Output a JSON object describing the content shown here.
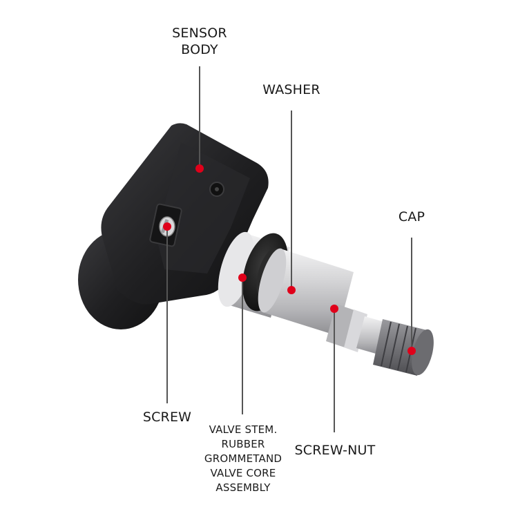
{
  "colors": {
    "background": "#ffffff",
    "leader_line": "#555555",
    "marker_dot": "#e0001a",
    "sensor_body": "#1f1f21",
    "valve_metal": "#c9c9cc",
    "grommet": "#151515"
  },
  "labels": {
    "sensor_body": [
      "SENSOR",
      "BODY"
    ],
    "washer": "WASHER",
    "cap": "CAP",
    "screw": "SCREW",
    "valve_stem": [
      "VALVE STEM.",
      "RUBBER",
      "GROMMETAND",
      "VALVE CORE",
      "ASSEMBLY"
    ],
    "screw_nut": "SCREW-NUT"
  },
  "parts": [
    {
      "name": "sensor-body",
      "icon": "sensor-body-shape"
    },
    {
      "name": "screw",
      "icon": "screw-head-shape"
    },
    {
      "name": "rubber-grommet",
      "icon": "grommet-ring-shape"
    },
    {
      "name": "valve-stem",
      "icon": "metal-stem-shape"
    },
    {
      "name": "screw-nut",
      "icon": "hex-nut-shape"
    },
    {
      "name": "cap",
      "icon": "knurled-cap-shape"
    }
  ]
}
